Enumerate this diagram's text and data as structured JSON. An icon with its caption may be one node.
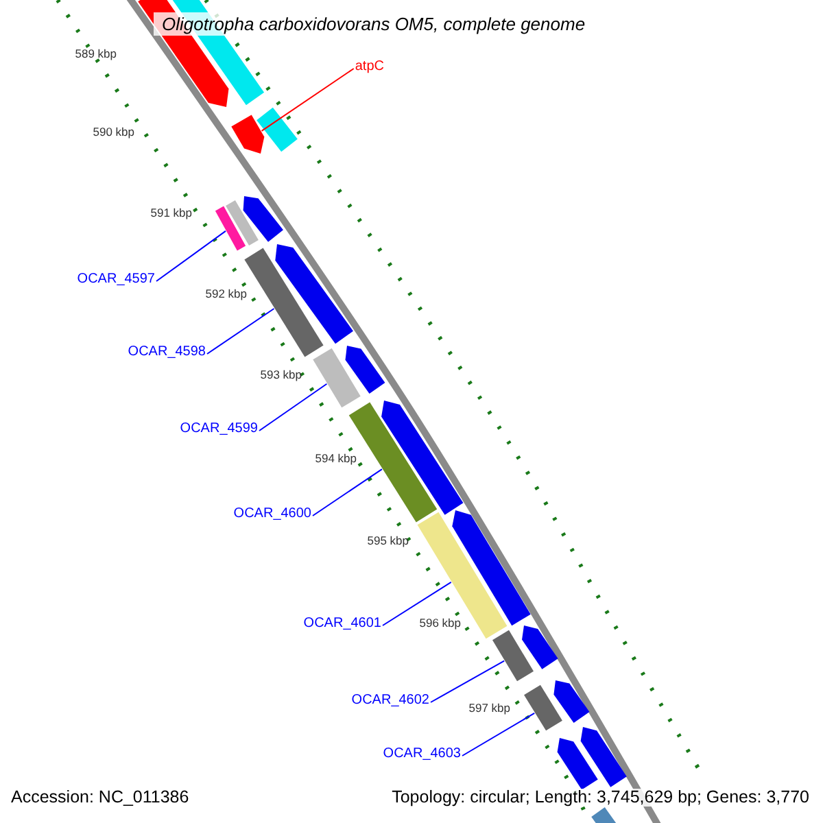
{
  "diagram": {
    "title": "Oligotropha carboxidovorans OM5, complete genome",
    "nodes": [
      {
        "text": [
          "atpC"
        ]
      },
      {
        "text": [
          "OCAR_4597"
        ]
      },
      {
        "text": [
          "OCAR_4598"
        ]
      },
      {
        "text": [
          "OCAR_4599"
        ]
      },
      {
        "text": [
          "OCAR_4600"
        ]
      },
      {
        "text": [
          "OCAR_4601"
        ]
      },
      {
        "text": [
          "OCAR_4602"
        ]
      },
      {
        "text": [
          "OCAR_4603"
        ]
      },
      {
        "text": [],
        "shape": "bar"
      },
      {
        "text": [],
        "shape": "bar"
      },
      {
        "text": [],
        "shape": "bar"
      },
      {
        "text": [],
        "shape": "bar"
      },
      {
        "text": [],
        "shape": "bar"
      },
      {
        "text": [],
        "shape": "bar"
      },
      {
        "text": [],
        "shape": "bar"
      },
      {
        "text": [],
        "shape": "bar"
      },
      {
        "text": [],
        "shape": "bar"
      },
      {
        "text": [],
        "shape": "bar"
      },
      {
        "text": [],
        "shape": "bar"
      },
      {
        "text": [],
        "shape": "bar"
      },
      {
        "text": [],
        "shape": "bar"
      },
      {
        "text": [],
        "shape": "bar"
      },
      {
        "text": [],
        "shape": "bar"
      },
      {
        "text": [],
        "shape": "bar"
      },
      {
        "text": [],
        "shape": "bar"
      },
      {
        "text": [],
        "shape": "bar"
      },
      {
        "text": [],
        "shape": "bar"
      },
      {
        "text": [],
        "shape": "bar"
      },
      {
        "text": [],
        "shape": "bar"
      },
      {
        "text": [],
        "shape": "bar"
      }
    ],
    "edges": [
      {
        "from": 0,
        "to": 8,
        "arrow": "none",
        "color": "#ff0000"
      },
      {
        "from": 1,
        "to": 9,
        "arrow": "none"
      },
      {
        "from": 2,
        "to": 10,
        "arrow": "none"
      },
      {
        "from": 3,
        "to": 11,
        "arrow": "none"
      },
      {
        "from": 4,
        "to": 12,
        "arrow": "none"
      },
      {
        "from": 5,
        "to": 13,
        "arrow": "none"
      },
      {
        "from": 6,
        "to": 14,
        "arrow": "none"
      },
      {
        "from": 7,
        "to": 15,
        "arrow": "none"
      }
    ],
    "labels": [
      "589 kbp",
      "590 kbp",
      "591 kbp",
      "592 kbp",
      "593 kbp",
      "594 kbp",
      "595 kbp",
      "596 kbp",
      "597 kbp",
      "Accession: NC_011386",
      "Topology: circular; Length: 3,745,629 bp; Genes: 3,770"
    ]
  }
}
